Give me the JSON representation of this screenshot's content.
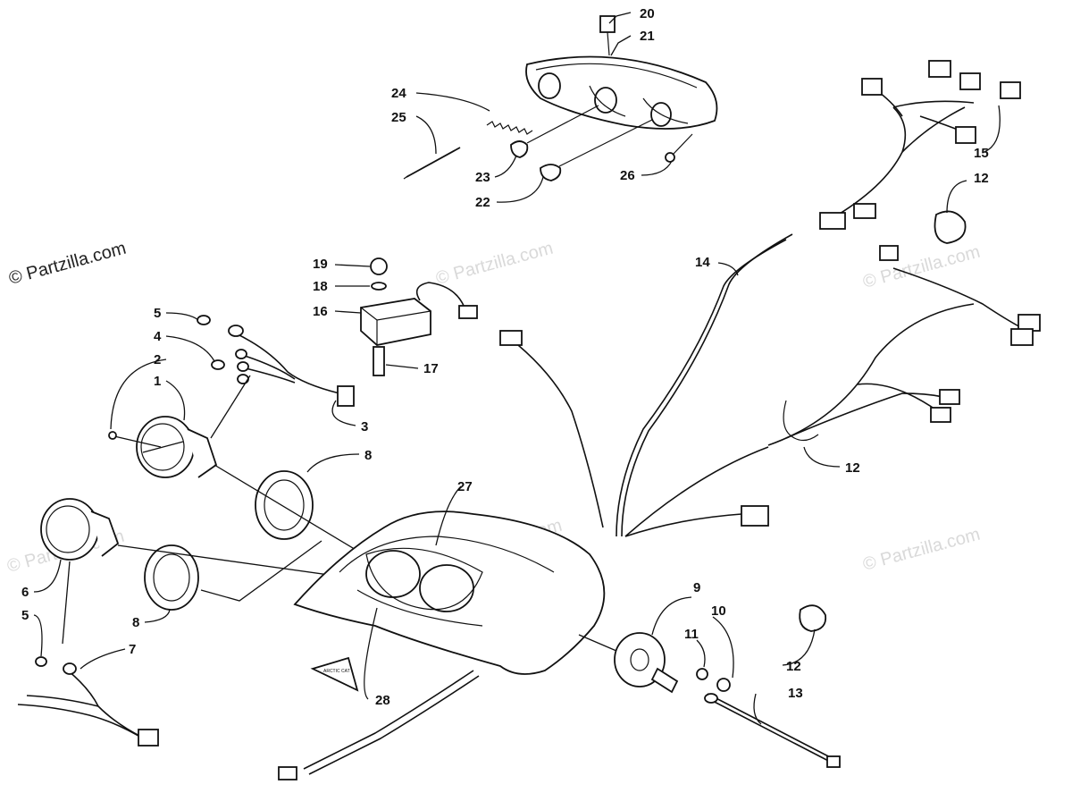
{
  "copyright": "© Partzilla.com",
  "watermarks": [
    "© Partzilla.com",
    "© Partzilla.com",
    "© Partzilla.com",
    "© Partzilla.com",
    "© Partzilla.com"
  ],
  "decal_text": "ARCTIC CAT",
  "callouts": [
    "20",
    "21",
    "24",
    "25",
    "23",
    "22",
    "26",
    "12",
    "15",
    "14",
    "19",
    "18",
    "16",
    "17",
    "5",
    "4",
    "2",
    "1",
    "3",
    "8",
    "27",
    "6",
    "5",
    "7",
    "8",
    "9",
    "10",
    "11",
    "12",
    "13",
    "28",
    "12"
  ]
}
